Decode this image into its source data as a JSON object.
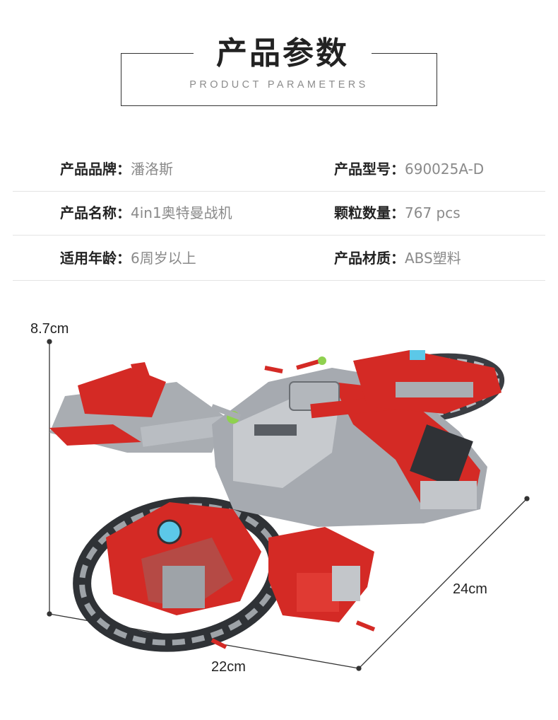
{
  "header": {
    "title": "产品参数",
    "subtitle": "PRODUCT PARAMETERS"
  },
  "params": [
    {
      "left": {
        "label": "产品品牌：",
        "value": "潘洛斯"
      },
      "right": {
        "label": "产品型号：",
        "value": "690025A-D"
      }
    },
    {
      "left": {
        "label": "产品名称：",
        "value": "4in1奥特曼战机"
      },
      "right": {
        "label": "颗粒数量：",
        "value": "767 pcs"
      }
    },
    {
      "left": {
        "label": "适用年龄：",
        "value": "6周岁以上"
      },
      "right": {
        "label": "产品材质：",
        "value": "ABS塑料"
      }
    }
  ],
  "dimensions": {
    "height": "8.7cm",
    "width": "22cm",
    "depth": "24cm"
  },
  "colors": {
    "brick_red": "#d42a25",
    "brick_grey": "#a9adb2",
    "brick_dark": "#3a3d42",
    "accent_green": "#8fd14f",
    "accent_blue": "#5cc8e8"
  },
  "product_image": {
    "icon": "toy-spaceship-illustration"
  }
}
